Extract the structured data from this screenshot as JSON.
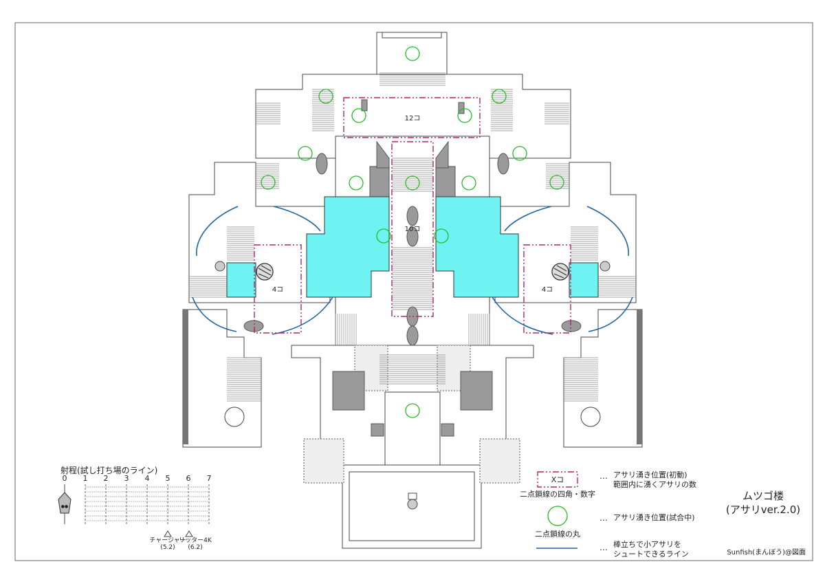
{
  "map": {
    "title_line1": "ムツゴ楼",
    "title_line2": "(アサリver.2.0)",
    "credit": "Sunfish(まんぼう)@図面",
    "zones": [
      {
        "name": "top-zone",
        "label": "12コ"
      },
      {
        "name": "center-zone",
        "label": "10コ"
      },
      {
        "name": "left-zone",
        "label": "4コ"
      },
      {
        "name": "right-zone",
        "label": "4コ"
      }
    ]
  },
  "range_scale": {
    "title": "射程(試し打ち場のライン)",
    "ticks": [
      "0",
      "1",
      "2",
      "3",
      "4",
      "5",
      "6",
      "7"
    ],
    "weapons": [
      {
        "name": "チャージャー",
        "value": "(5.2)"
      },
      {
        "name": "リッター4K",
        "value": "(6.2)"
      }
    ]
  },
  "legend": {
    "items": [
      {
        "symbol_text": "Xコ",
        "caption": "二点鎖線の四角・数字",
        "description_line1": "アサリ湧き位置(初動)",
        "description_line2": "範囲内に湧くアサリの数"
      },
      {
        "symbol_text": "",
        "caption": "二点鎖線の丸",
        "description_line1": "アサリ湧き位置(試合中)",
        "description_line2": ""
      },
      {
        "symbol_text": "",
        "caption": "",
        "description_line1": "棒立ちで小アサリを",
        "description_line2": "シュートできるライン"
      }
    ],
    "dots": "…"
  },
  "colors": {
    "base": "#6ff2f2",
    "spawn_zone": "#b0236b",
    "egg_spawn": "#22bb22",
    "shoot_line": "#1c63a8",
    "block": "#9a9a9a"
  }
}
